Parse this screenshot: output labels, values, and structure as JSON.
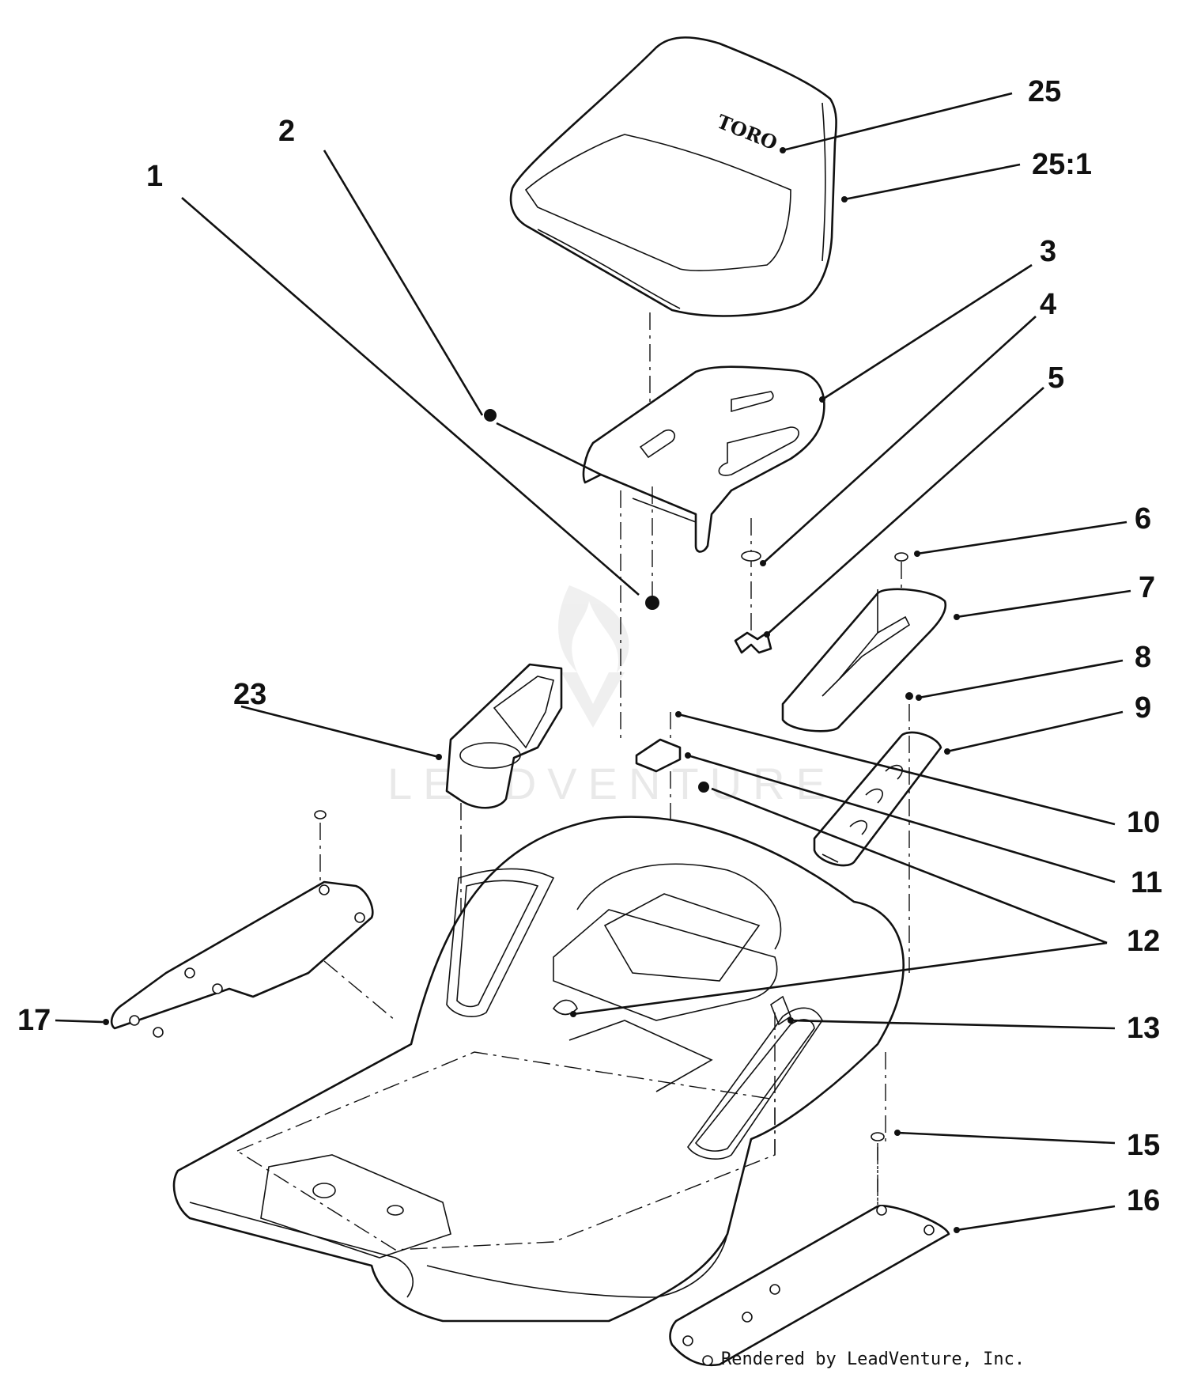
{
  "footer": {
    "text": "Rendered by LeadVenture, Inc."
  },
  "watermark": {
    "text": "LEADVENTURE"
  },
  "seat_brand": {
    "text": "TORO"
  },
  "callouts": [
    {
      "id": "25",
      "label": "25"
    },
    {
      "id": "25_1",
      "label": "25:1"
    },
    {
      "id": "2",
      "label": "2"
    },
    {
      "id": "1",
      "label": "1"
    },
    {
      "id": "3",
      "label": "3"
    },
    {
      "id": "4",
      "label": "4"
    },
    {
      "id": "5",
      "label": "5"
    },
    {
      "id": "6",
      "label": "6"
    },
    {
      "id": "7",
      "label": "7"
    },
    {
      "id": "8",
      "label": "8"
    },
    {
      "id": "9",
      "label": "9"
    },
    {
      "id": "23",
      "label": "23"
    },
    {
      "id": "10",
      "label": "10"
    },
    {
      "id": "11",
      "label": "11"
    },
    {
      "id": "12",
      "label": "12"
    },
    {
      "id": "13",
      "label": "13"
    },
    {
      "id": "17",
      "label": "17"
    },
    {
      "id": "15",
      "label": "15"
    },
    {
      "id": "16",
      "label": "16"
    }
  ]
}
